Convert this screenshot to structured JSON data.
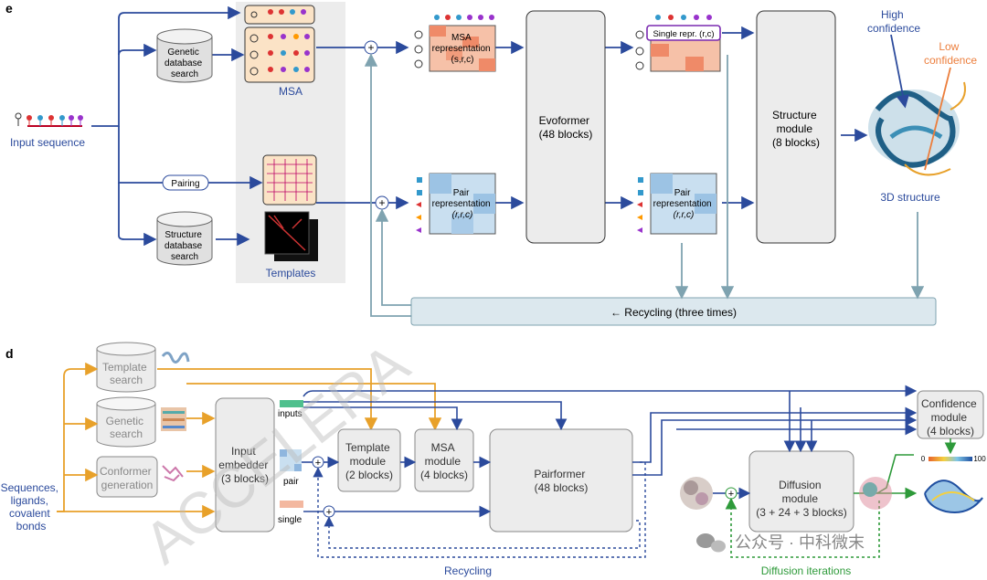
{
  "panel_e": {
    "label": "e",
    "input_sequence": "Input sequence",
    "genetic_db": [
      "Genetic",
      "database",
      "search"
    ],
    "structure_db": [
      "Structure",
      "database",
      "search"
    ],
    "pairing": "Pairing",
    "msa": "MSA",
    "templates": "Templates",
    "msa_repr": [
      "MSA",
      "representation",
      "(s,r,c)"
    ],
    "pair_repr": [
      "Pair",
      "representation",
      "(r,r,c)"
    ],
    "evoformer": [
      "Evoformer",
      "(48 blocks)"
    ],
    "single_repr": "Single repr. (r,c)",
    "pair_repr2": [
      "Pair",
      "representation",
      "(r,r,c)"
    ],
    "structure_module": [
      "Structure",
      "module",
      "(8 blocks)"
    ],
    "high_conf": [
      "High",
      "confidence"
    ],
    "low_conf": [
      "Low",
      "confidence"
    ],
    "structure_3d": "3D structure",
    "recycling": "← Recycling (three times)"
  },
  "panel_d": {
    "label": "d",
    "template_search": [
      "Template",
      "search"
    ],
    "genetic_search": [
      "Genetic",
      "search"
    ],
    "conformer": [
      "Conformer",
      "generation"
    ],
    "inputs_left": [
      "Sequences,",
      "ligands,",
      "covalent",
      "bonds"
    ],
    "input_embedder": [
      "Input",
      "embedder",
      "(3 blocks)"
    ],
    "inputs": "inputs",
    "pair": "pair",
    "single": "single",
    "template_module": [
      "Template",
      "module",
      "(2 blocks)"
    ],
    "msa_module": [
      "MSA",
      "module",
      "(4 blocks)"
    ],
    "pairformer": [
      "Pairformer",
      "(48 blocks)"
    ],
    "diffusion": [
      "Diffusion",
      "module",
      "(3 + 24 + 3 blocks)"
    ],
    "confidence": [
      "Confidence",
      "module",
      "(4 blocks)"
    ],
    "scale_min": "0",
    "scale_max": "100",
    "recycling": "Recycling",
    "diffusion_iter": "Diffusion iterations"
  },
  "watermark": "ACCELERA",
  "wechat": "公众号 · 中科微末",
  "colors": {
    "blue": "#2b4a9c",
    "orange": "#e8a12a",
    "green": "#2e9a3a",
    "teal": "#7fa3b0"
  }
}
